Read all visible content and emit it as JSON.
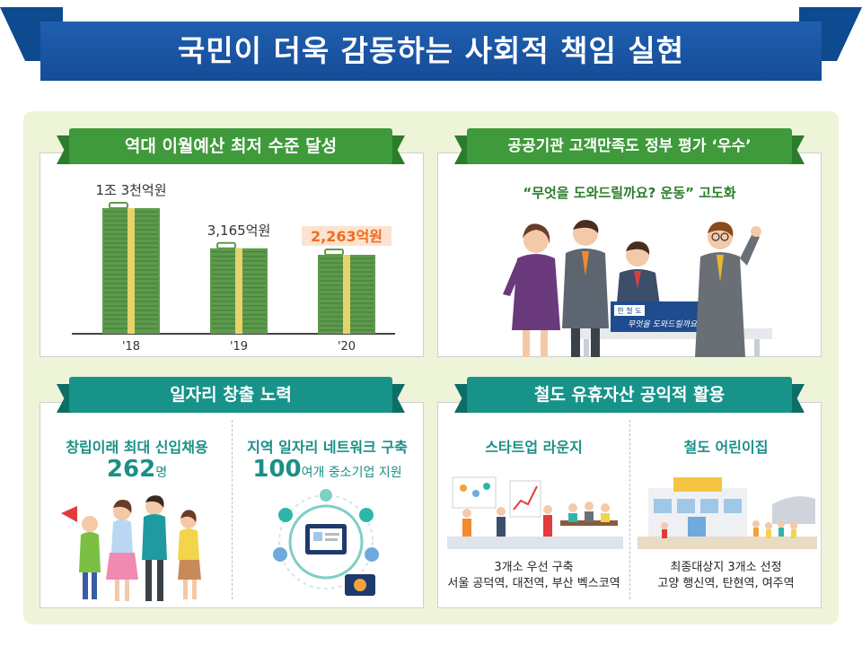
{
  "title": "국민이 더욱 감동하는 사회적 책임 실현",
  "panel1": {
    "ribbon": "역대 이월예산 최저 수준 달성",
    "chart_data": {
      "type": "bar",
      "categories": [
        "'18",
        "'19",
        "'20"
      ],
      "value_labels": [
        "1조 3천억원",
        "3,165억원",
        "2,263억원"
      ],
      "values": [
        13000,
        3165,
        2263
      ],
      "unit": "억원",
      "highlight_index": 2
    }
  },
  "panel2": {
    "ribbon": "공공기관 고객만족도 정부 평가 ‘우수’",
    "subtitle": "“무엇을 도와드릴까요? 운동” 고도화",
    "sign_top": "한 철 도",
    "sign_text": "무엇을 도와드릴까요?"
  },
  "panel3": {
    "ribbon": "일자리 창출 노력",
    "left": {
      "heading": "창립이래 최대 신입채용",
      "number": "262",
      "unit": "명"
    },
    "right": {
      "heading": "지역 일자리 네트워크 구축",
      "number": "100",
      "unit": "여개 중소기업 지원"
    }
  },
  "panel4": {
    "ribbon": "철도 유휴자산 공익적 활용",
    "left": {
      "heading": "스타트업 라운지",
      "caption1": "3개소 우선 구축",
      "caption2": "서울 공덕역, 대전역, 부산 벡스코역"
    },
    "right": {
      "heading": "철도 어린이집",
      "caption1": "최종대상지 3개소 선정",
      "caption2": "고양 행신역, 탄현역, 여주역"
    }
  },
  "colors": {
    "header": "#164c97",
    "green": "#3e9a3a",
    "teal": "#17938a",
    "orange": "#f26b1d",
    "panel": "#eef4d8"
  }
}
